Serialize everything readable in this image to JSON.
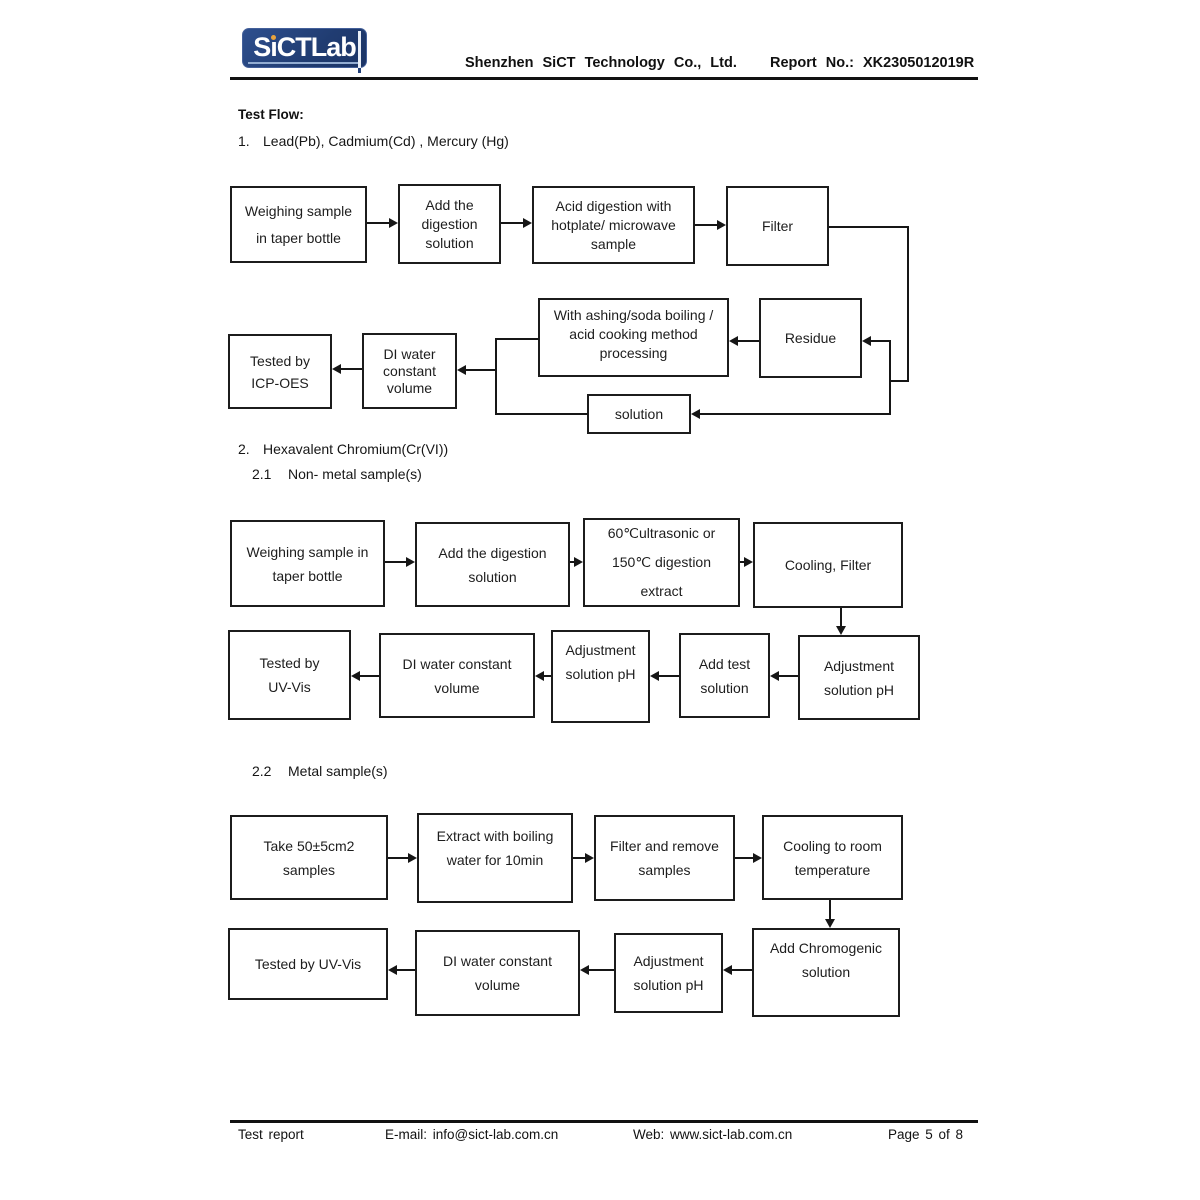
{
  "header": {
    "logo": {
      "p1": "S",
      "p2": "i",
      "p3": "CTLab",
      "brand_bg": "#22407a",
      "brand_dot": "#e8a33d"
    },
    "company": "Shenzhen SiCT Technology Co., Ltd.",
    "report_no": "Report No.: XK2305012019R"
  },
  "titles": {
    "test_flow": "Test Flow:",
    "item1_num": "1.",
    "item1": "Lead(Pb), Cadmium(Cd) , Mercury (Hg)",
    "item2_num": "2.",
    "item2": "Hexavalent Chromium(Cr(VI))",
    "item21_num": "2.1",
    "item21": "Non- metal sample(s)",
    "item22_num": "2.2",
    "item22": "Metal sample(s)"
  },
  "chart1": {
    "weighing": "Weighing sample\nin taper bottle",
    "add_digestion": "Add the\ndigestion\nsolution",
    "acid_digestion": "Acid digestion with\nhotplate/ microwave\nsample",
    "filter": "Filter",
    "ashing": "With ashing/soda boiling /\nacid cooking method\nprocessing",
    "residue": "Residue",
    "di_water": "DI water\nconstant\nvolume",
    "tested": "Tested by\nICP-OES",
    "solution": "solution"
  },
  "chart21": {
    "weighing": "Weighing sample in\ntaper bottle",
    "add_digestion": "Add the digestion\nsolution",
    "ultrasonic": "60℃ultrasonic or\n150℃ digestion\nextract",
    "cooling_filter": "Cooling, Filter",
    "adjust_ph_right": "Adjustment\nsolution pH",
    "add_test": "Add test\nsolution",
    "adjust_ph_mid": "Adjustment\nsolution pH",
    "di_water": "DI water constant\nvolume",
    "tested": "Tested by\nUV-Vis"
  },
  "chart22": {
    "take_samples": "Take 50±5cm2\nsamples",
    "extract": "Extract with boiling\nwater for 10min",
    "filter_remove": "Filter and remove\nsamples",
    "cooling_room": "Cooling to room\ntemperature",
    "add_chromogenic": "Add Chromogenic\nsolution",
    "adjust_ph": "Adjustment\nsolution pH",
    "di_water": "DI water constant\nvolume",
    "tested": "Tested by UV-Vis"
  },
  "footer": {
    "left": "Test report",
    "email": "E-mail: info@sict-lab.com.cn",
    "web": "Web: www.sict-lab.com.cn",
    "page": "Page 5 of 8"
  }
}
